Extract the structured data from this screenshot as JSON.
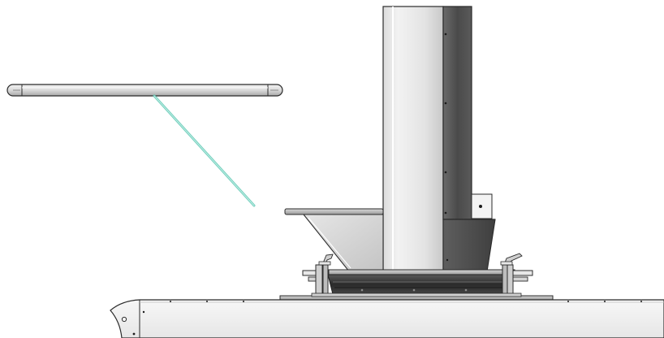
{
  "scene": {
    "background": "#ffffff",
    "colors": {
      "outline": "#2b2b2b",
      "metal_light": "#eeeeee",
      "metal_mid": "#cfcfcf",
      "metal_dark": "#555555",
      "metal_darkest": "#3a3a3a",
      "ring": "#2e2e2e",
      "laser_beam": "#5ec6b2",
      "screw": "#1a1a1a"
    },
    "parts": [
      {
        "name": "horizontal-bar",
        "label": ""
      },
      {
        "name": "laser-beam",
        "label": ""
      },
      {
        "name": "vertical-column",
        "label": ""
      },
      {
        "name": "hopper-chute",
        "label": ""
      },
      {
        "name": "clamp-base-assembly",
        "label": ""
      },
      {
        "name": "machine-table",
        "label": ""
      }
    ]
  }
}
